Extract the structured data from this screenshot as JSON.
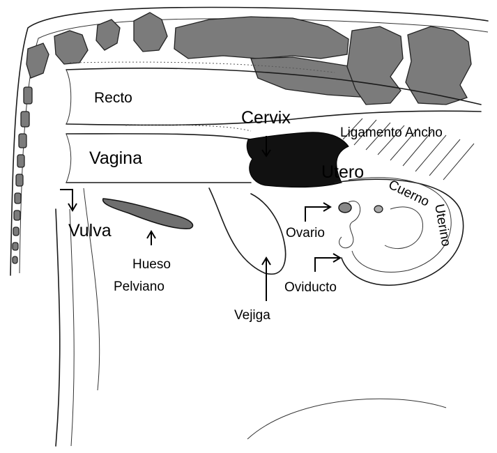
{
  "labels": {
    "recto": "Recto",
    "cervix": "Cervix",
    "ligamento_ancho": "Ligamento Ancho",
    "vagina": "Vagina",
    "utero": "Utero",
    "cuerno": "Cuerno",
    "uterino": "Uterino",
    "vulva": "Vulva",
    "ovario": "Ovario",
    "hueso": "Hueso",
    "pelviano": "Pelviano",
    "oviducto": "Oviducto",
    "vejiga": "Vejiga"
  },
  "colors": {
    "vertebra_fill": "#7b7b7b",
    "cervix_fill": "#111111",
    "line": "#1a1a1a",
    "background": "#ffffff"
  }
}
